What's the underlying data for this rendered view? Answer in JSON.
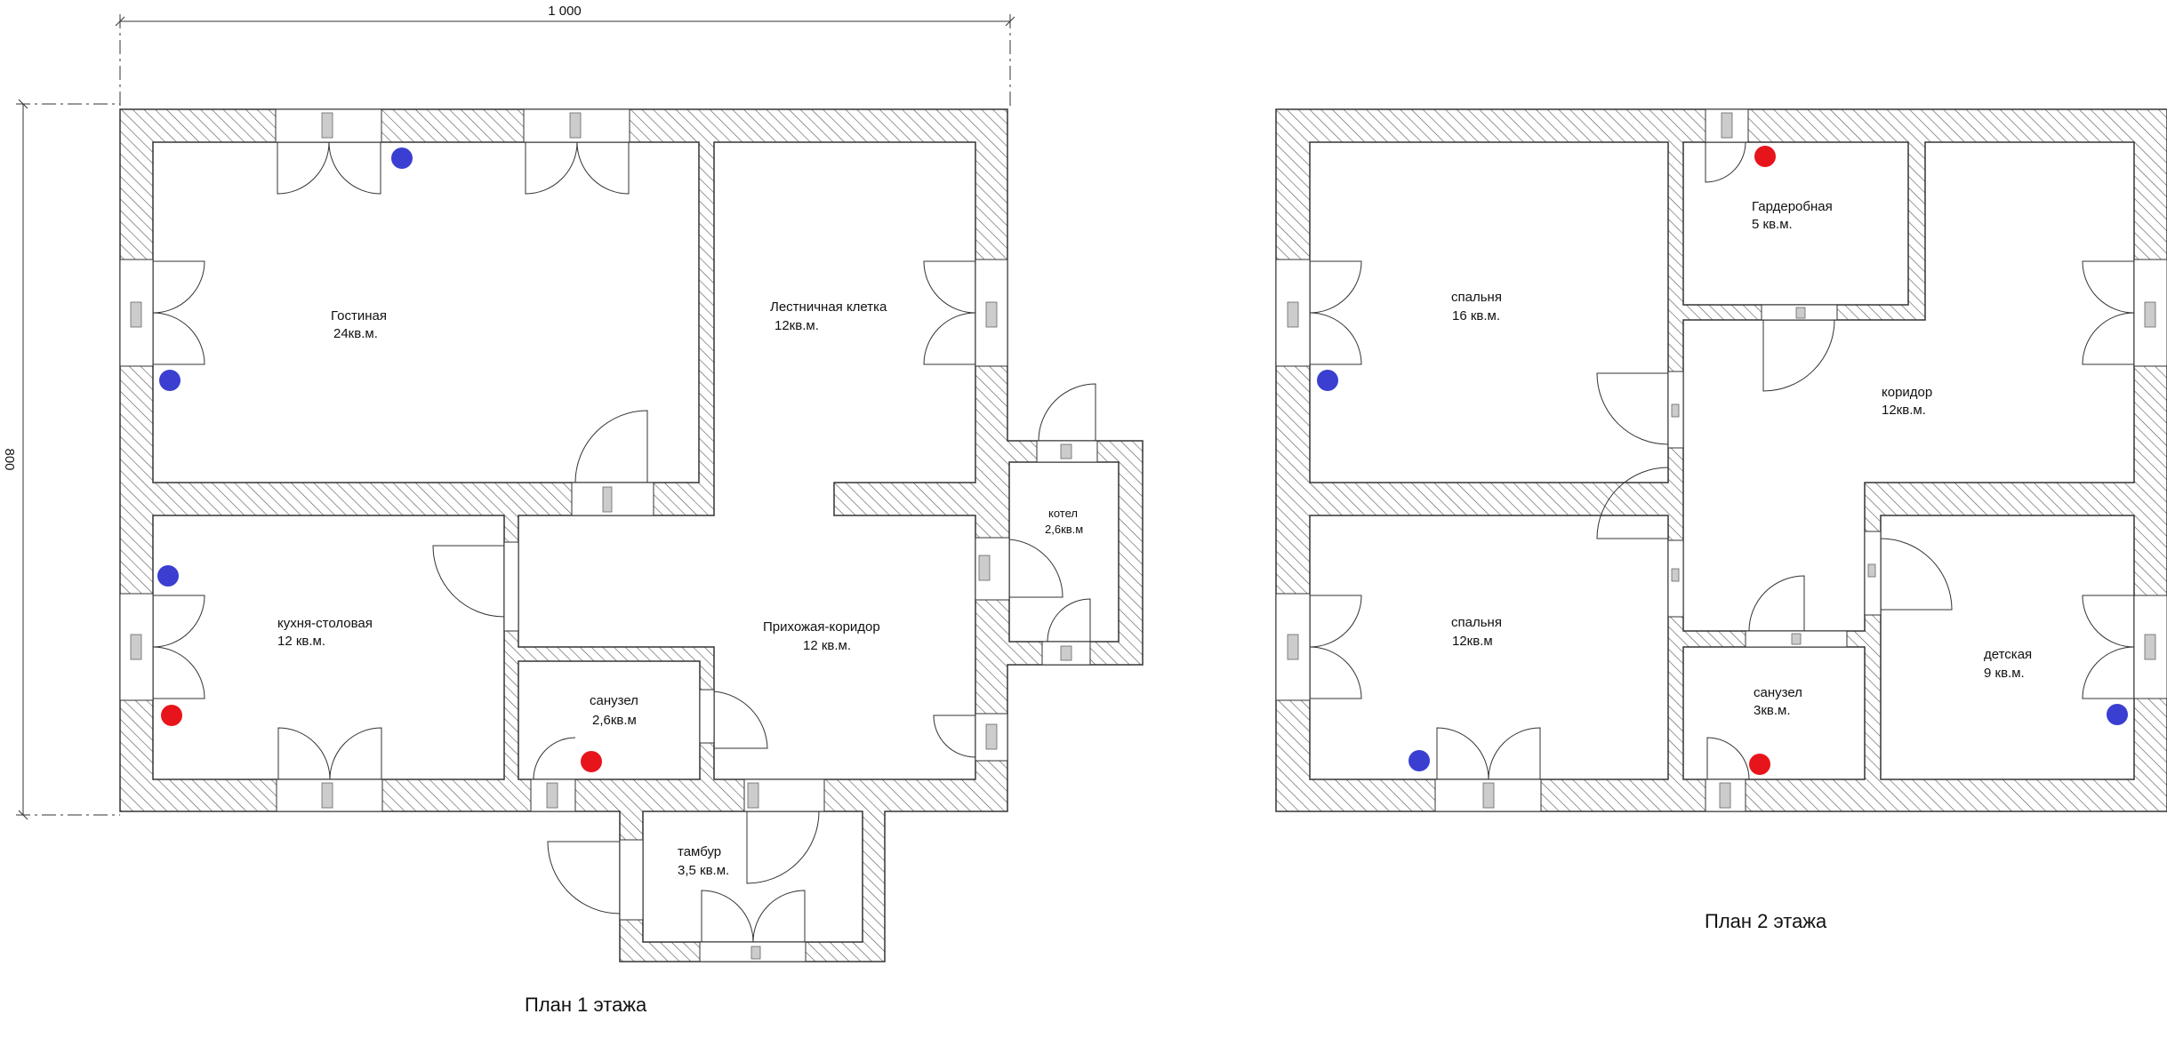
{
  "dimensions": {
    "width_label": "1 000",
    "height_label": "800"
  },
  "floor1": {
    "title": "План 1 этажа",
    "rooms": {
      "living": {
        "name": "Гостиная",
        "area": "24кв.м."
      },
      "stair": {
        "name": "Лестничная клетка",
        "area": "12кв.м."
      },
      "kitchen": {
        "name": "кухня-столовая",
        "area": "12 кв.м."
      },
      "hall": {
        "name": "Прихожая-коридор",
        "area": "12 кв.м."
      },
      "bath": {
        "name": "санузел",
        "area": "2,6кв.м"
      },
      "boiler": {
        "name": "котел",
        "area": "2,6кв.м"
      },
      "vestibule": {
        "name": "тамбур",
        "area": "3,5 кв.м."
      }
    }
  },
  "floor2": {
    "title": "План 2 этажа",
    "rooms": {
      "bedroom1": {
        "name": "спальня",
        "area": "16 кв.м."
      },
      "wardrobe": {
        "name": "Гардеробная",
        "area": "5 кв.м."
      },
      "corridor": {
        "name": "коридор",
        "area": "12кв.м."
      },
      "bedroom2": {
        "name": "спальня",
        "area": "12кв.м"
      },
      "bath": {
        "name": "санузел",
        "area": "3кв.м."
      },
      "kids": {
        "name": "детская",
        "area": "9 кв.м."
      }
    }
  },
  "colors": {
    "wall_outline": "#333333",
    "hatch": "#555555",
    "heater": "#3a3fd1",
    "riser": "#e8141c"
  }
}
